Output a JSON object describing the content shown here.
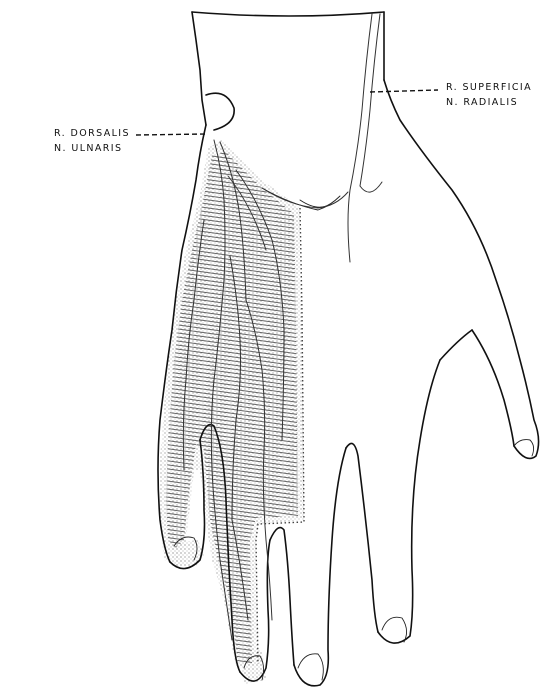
{
  "labels": {
    "left": {
      "line1": "R. DORSALIS",
      "line2": "N. ULNARIS"
    },
    "right": {
      "line1": "R. SUPERFICIA",
      "line2": "N. RADIALIS"
    }
  },
  "colors": {
    "line": "#111111",
    "shading": "#555555",
    "background": "#ffffff"
  }
}
